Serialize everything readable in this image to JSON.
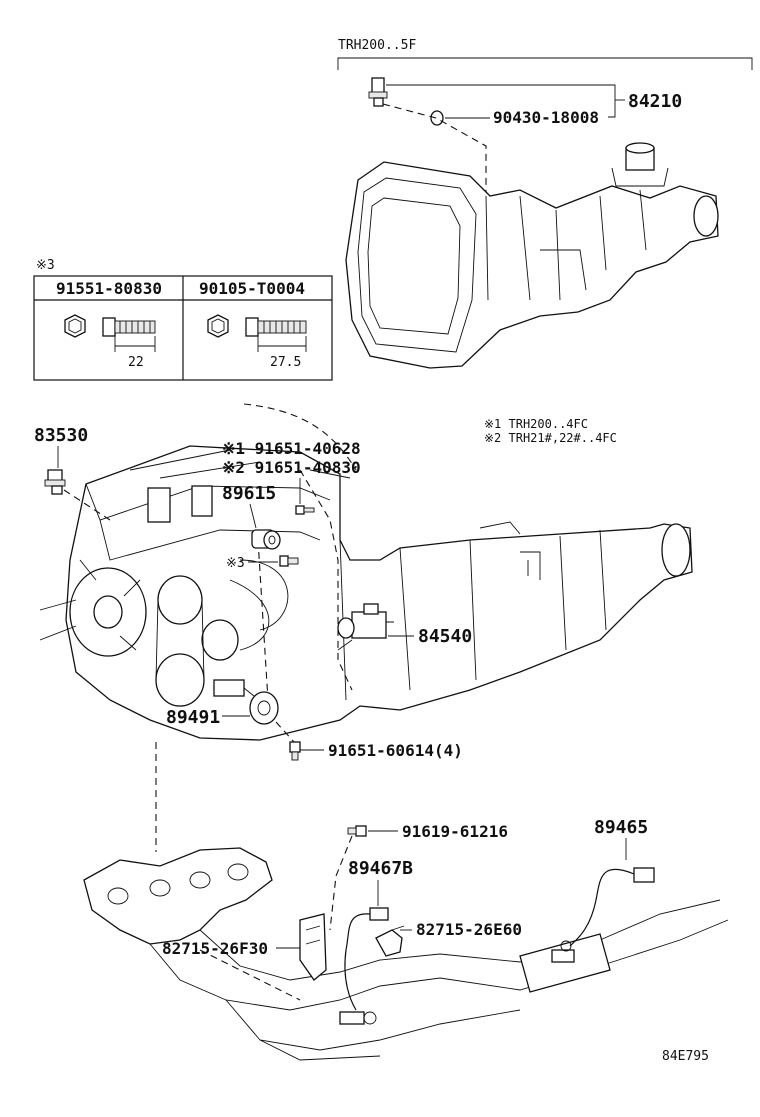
{
  "diagram_code": "84E795",
  "trans_note": "TRH200..5F",
  "notes": {
    "n1": "※1 TRH200..4FC",
    "n2": "※2 TRH21#,22#..4FC"
  },
  "bolt_table": {
    "mark": "※3",
    "columns": [
      {
        "part": "91551-80830",
        "length": "22"
      },
      {
        "part": "90105-T0004",
        "length": "27.5"
      }
    ]
  },
  "labels": {
    "p84210": "84210",
    "p90430": "90430-18008",
    "p83530": "83530",
    "p91651_40628": "※1 91651-40628",
    "p91651_40830": "※2 91651-40830",
    "p89615": "89615",
    "mark3": "※3",
    "p84540": "84540",
    "p89491": "89491",
    "p91651_60614": "91651-60614(4)",
    "p91619": "91619-61216",
    "p89465": "89465",
    "p89467B": "89467B",
    "p82715_26E60": "82715-26E60",
    "p82715_26F30": "82715-26F30"
  }
}
